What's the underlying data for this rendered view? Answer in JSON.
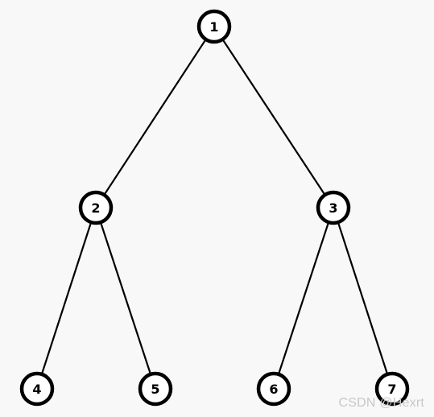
{
  "tree": {
    "nodes": [
      {
        "id": "1",
        "label": "1"
      },
      {
        "id": "2",
        "label": "2"
      },
      {
        "id": "3",
        "label": "3"
      },
      {
        "id": "4",
        "label": "4"
      },
      {
        "id": "5",
        "label": "5"
      },
      {
        "id": "6",
        "label": "6"
      },
      {
        "id": "7",
        "label": "7"
      }
    ],
    "edges": [
      {
        "from": "1",
        "to": "2"
      },
      {
        "from": "1",
        "to": "3"
      },
      {
        "from": "2",
        "to": "4"
      },
      {
        "from": "2",
        "to": "5"
      },
      {
        "from": "3",
        "to": "6"
      },
      {
        "from": "3",
        "to": "7"
      }
    ]
  },
  "watermark": {
    "text": "CSDN @Hexrt"
  }
}
